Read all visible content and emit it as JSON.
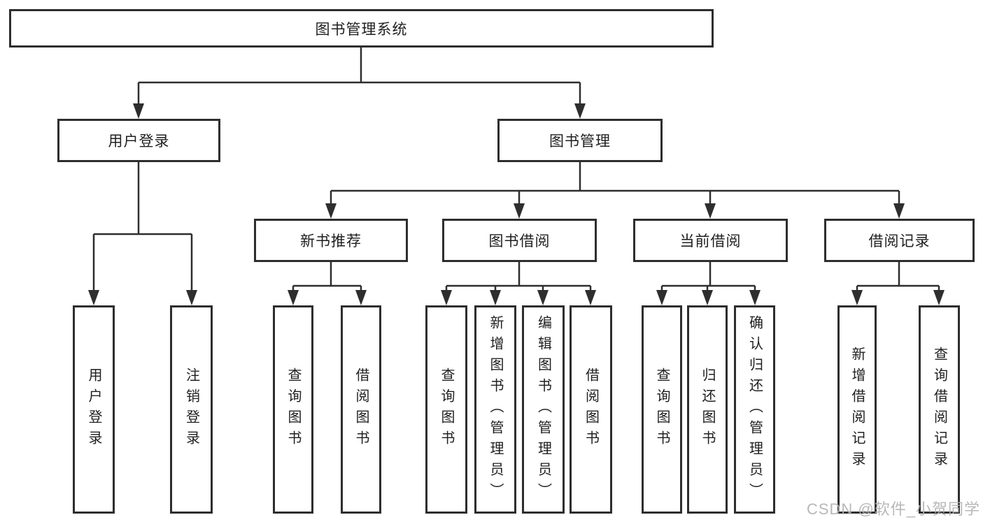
{
  "diagram": {
    "title_node": "图书管理系统",
    "tree": {
      "label": "图书管理系统",
      "children": [
        {
          "label": "用户登录",
          "children": [
            {
              "label": "用户登录"
            },
            {
              "label": "注销登录"
            }
          ]
        },
        {
          "label": "图书管理",
          "children": [
            {
              "label": "新书推荐",
              "children": [
                {
                  "label": "查询图书"
                },
                {
                  "label": "借阅图书"
                }
              ]
            },
            {
              "label": "图书借阅",
              "children": [
                {
                  "label": "查询图书"
                },
                {
                  "label": "新增图书（管理员）"
                },
                {
                  "label": "编辑图书（管理员）"
                },
                {
                  "label": "借阅图书"
                }
              ]
            },
            {
              "label": "当前借阅",
              "children": [
                {
                  "label": "查询图书"
                },
                {
                  "label": "归还图书"
                },
                {
                  "label": "确认归还（管理员）"
                }
              ]
            },
            {
              "label": "借阅记录",
              "children": [
                {
                  "label": "新增借阅记录"
                },
                {
                  "label": "查询借阅记录"
                }
              ]
            }
          ]
        }
      ]
    },
    "colors": {
      "line": "#2e2e2e",
      "box_border": "#2e2e2e",
      "text": "#1f1f21",
      "watermark": "#b2b2b2",
      "background": "#ffffff"
    }
  },
  "watermark": "CSDN @软件_小贺同学"
}
